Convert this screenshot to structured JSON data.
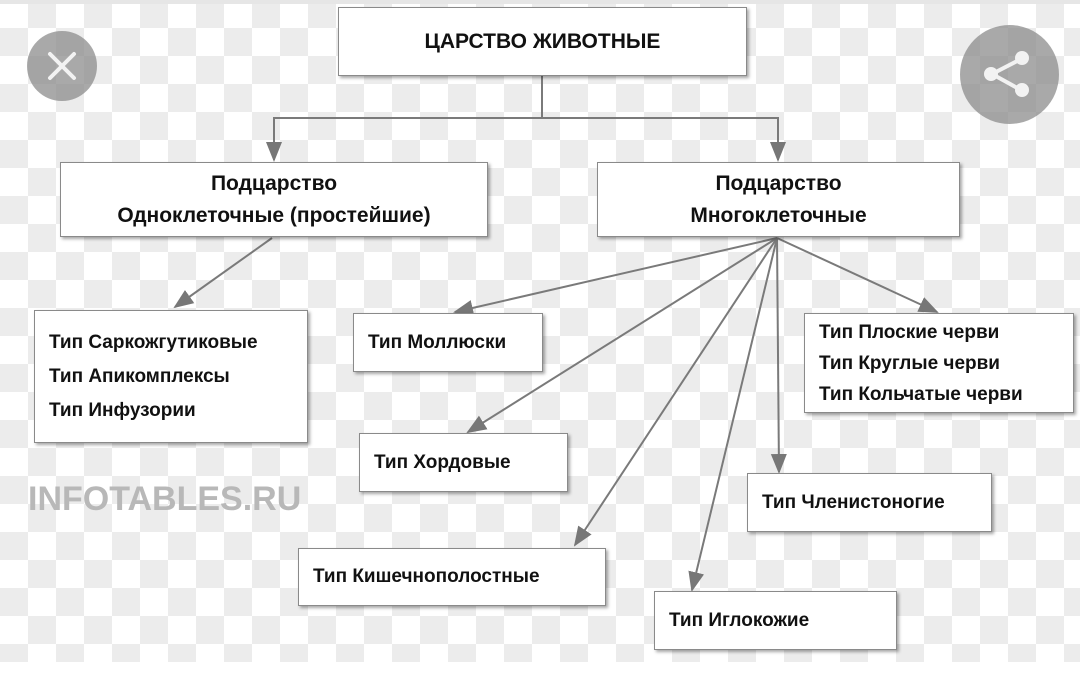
{
  "diagram": {
    "root": "ЦАРСТВО ЖИВОТНЫЕ",
    "sub_unicellular": [
      "Подцарство",
      "Одноклеточные (простейшие)"
    ],
    "sub_multicellular": [
      "Подцарство",
      "Многоклеточные"
    ],
    "unicellular_types": [
      "Тип Саркожгутиковые",
      "Тип Апикомплексы",
      "Тип Инфузории"
    ],
    "molluscs": "Тип Моллюски",
    "worms": [
      "Тип Плоские черви",
      "Тип Круглые черви",
      "Тип Кольчатые черви"
    ],
    "chordates": "Тип Хордовые",
    "arthropods": "Тип Членистоногие",
    "cnidarians": "Тип Кишечнополостные",
    "echinoderms": "Тип Иглокожие"
  },
  "watermark": "INFOTABLES.RU",
  "viewer": {
    "close_icon": "close-icon",
    "share_icon": "share-icon"
  }
}
